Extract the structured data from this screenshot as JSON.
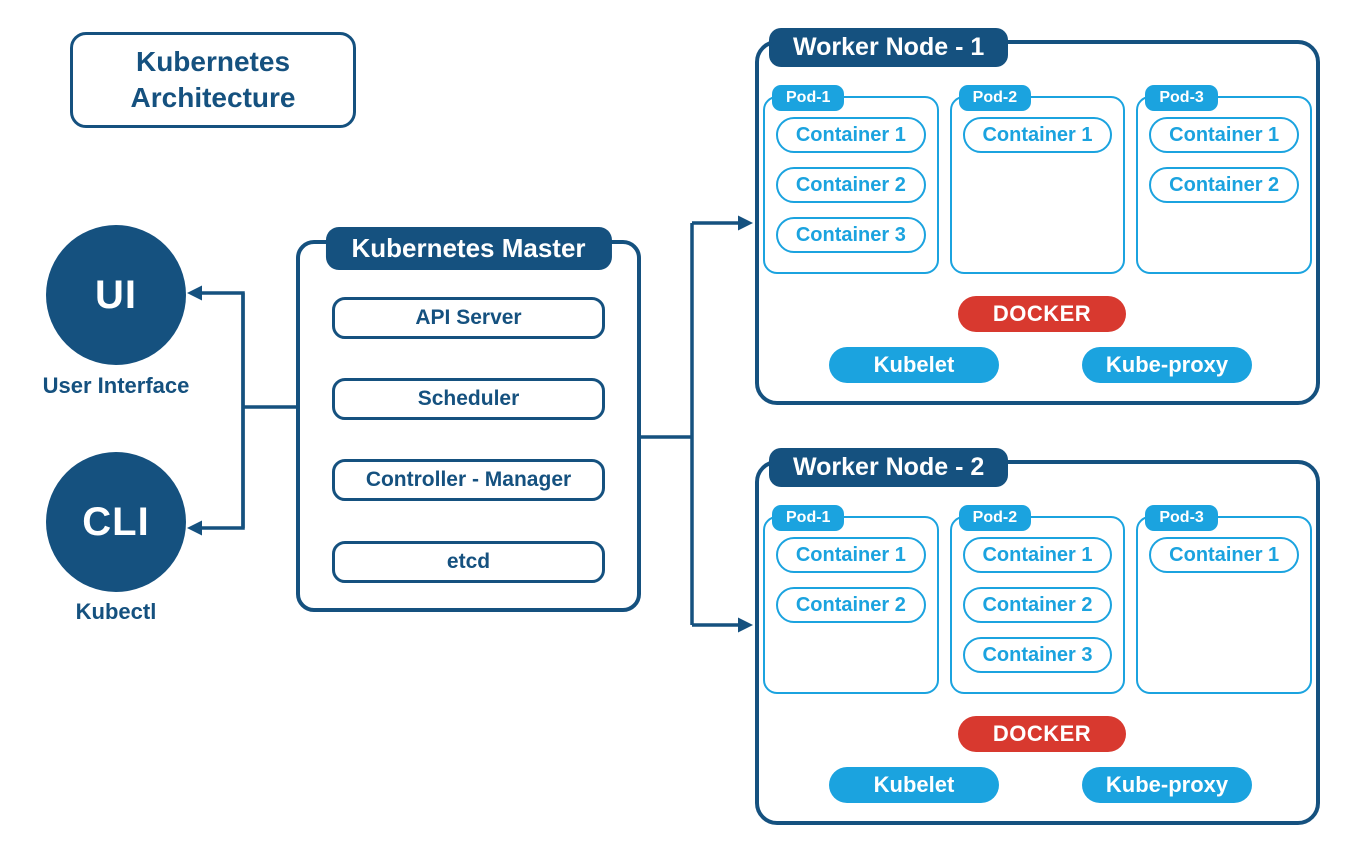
{
  "colors": {
    "dark_blue": "#15517F",
    "light_blue": "#1BA3DF",
    "red": "#D8392F",
    "background": "#FFFFFF"
  },
  "title": "Kubernetes Architecture",
  "clients": [
    {
      "abbr": "UI",
      "label": "User Interface"
    },
    {
      "abbr": "CLI",
      "label": "Kubectl"
    }
  ],
  "master": {
    "title": "Kubernetes Master",
    "components": [
      "API Server",
      "Scheduler",
      "Controller - Manager",
      "etcd"
    ]
  },
  "workers": [
    {
      "title": "Worker Node - 1",
      "pods": [
        {
          "name": "Pod-1",
          "containers": [
            "Container 1",
            "Container 2",
            "Container 3"
          ]
        },
        {
          "name": "Pod-2",
          "containers": [
            "Container 1"
          ]
        },
        {
          "name": "Pod-3",
          "containers": [
            "Container 1",
            "Container 2"
          ]
        }
      ],
      "runtime": "DOCKER",
      "agents": [
        "Kubelet",
        "Kube-proxy"
      ]
    },
    {
      "title": "Worker Node - 2",
      "pods": [
        {
          "name": "Pod-1",
          "containers": [
            "Container 1",
            "Container 2"
          ]
        },
        {
          "name": "Pod-2",
          "containers": [
            "Container 1",
            "Container 2",
            "Container 3"
          ]
        },
        {
          "name": "Pod-3",
          "containers": [
            "Container 1"
          ]
        }
      ],
      "runtime": "DOCKER",
      "agents": [
        "Kubelet",
        "Kube-proxy"
      ]
    }
  ]
}
